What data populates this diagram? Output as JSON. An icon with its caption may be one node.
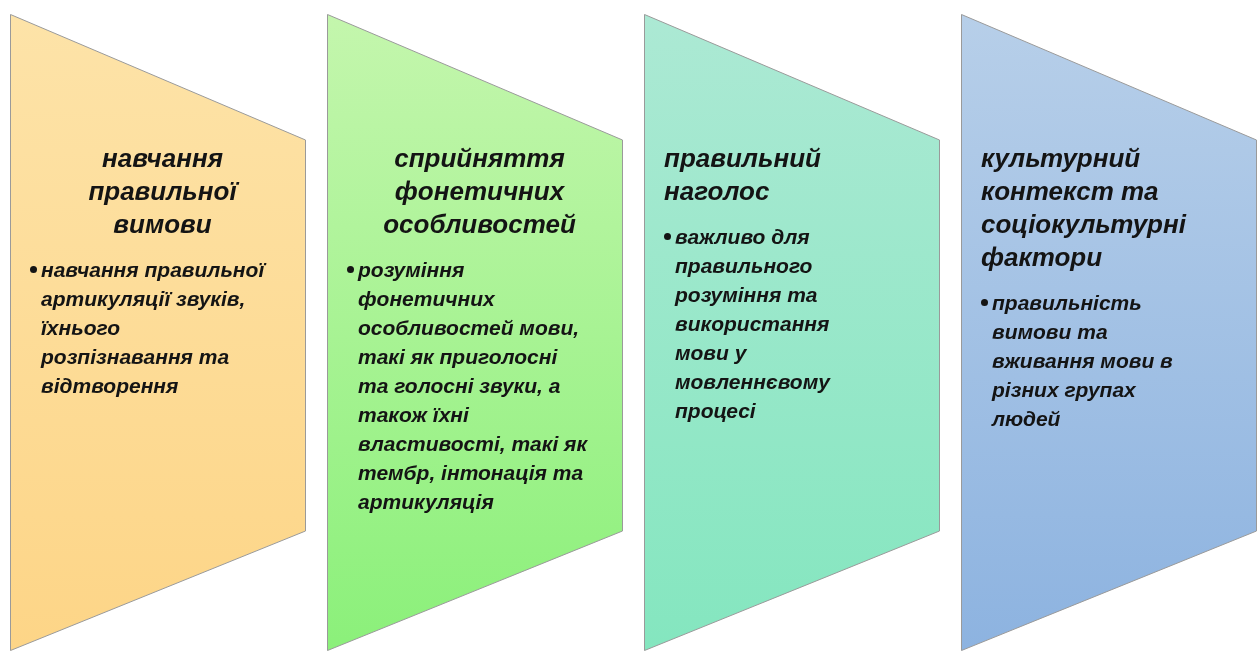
{
  "diagram": {
    "nodes": [
      {
        "text": [
          "навчання правильної вимови",
          "навчання правильної артикуляції звуків, їхнього розпізнавання та відтворення"
        ]
      },
      {
        "text": [
          "сприйняття фонетичних особливостей",
          "розуміння фонетичних особливостей мови, такі як приголосні та голосні звуки, а також їхні властивості, такі як тембр, інтонація та артикуляція"
        ]
      },
      {
        "text": [
          "правильний наголос",
          "важливо для правильного розуміння та використання мови у мовленнєвому процесі"
        ]
      },
      {
        "text": [
          "культурний контекст та соціокультурні фактори",
          "правильність вимови та вживання мови в різних групах людей"
        ]
      }
    ]
  }
}
